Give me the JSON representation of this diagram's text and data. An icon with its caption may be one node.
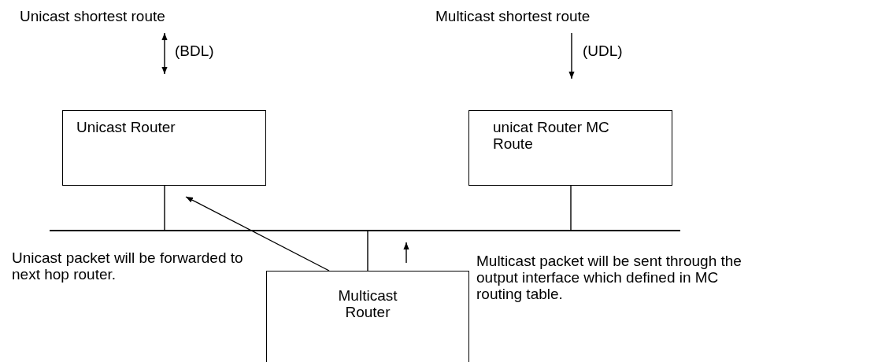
{
  "diagram": {
    "nodes": [
      {
        "text": [
          "Unicast shortest route"
        ]
      },
      {
        "text": [
          "Unicast Router"
        ]
      },
      {
        "text": [
          "Multicast shortest route"
        ]
      },
      {
        "text": [
          "unicat Router MC Route"
        ]
      },
      {
        "text": [],
        "shape": "bar"
      },
      {
        "text": [
          "Multicast Router"
        ]
      }
    ],
    "edges": [
      {
        "from": 0,
        "to": 1,
        "arrow": "both",
        "label": "(BDL)"
      },
      {
        "from": 2,
        "to": 3,
        "arrow": "to",
        "label": "(UDL)"
      },
      {
        "from": 1,
        "to": 4,
        "arrow": "none"
      },
      {
        "from": 3,
        "to": 4,
        "arrow": "none"
      },
      {
        "from": 5,
        "to": 4,
        "arrow": "none"
      },
      {
        "from": 5,
        "to": 1,
        "arrow": "to"
      },
      {
        "from": 5,
        "to": 4,
        "arrow": "to"
      }
    ],
    "labels": [
      "Unicast packet will be forwarded to next hop router.",
      "Multicast packet will be sent through the output interface which defined in MC routing table."
    ]
  }
}
